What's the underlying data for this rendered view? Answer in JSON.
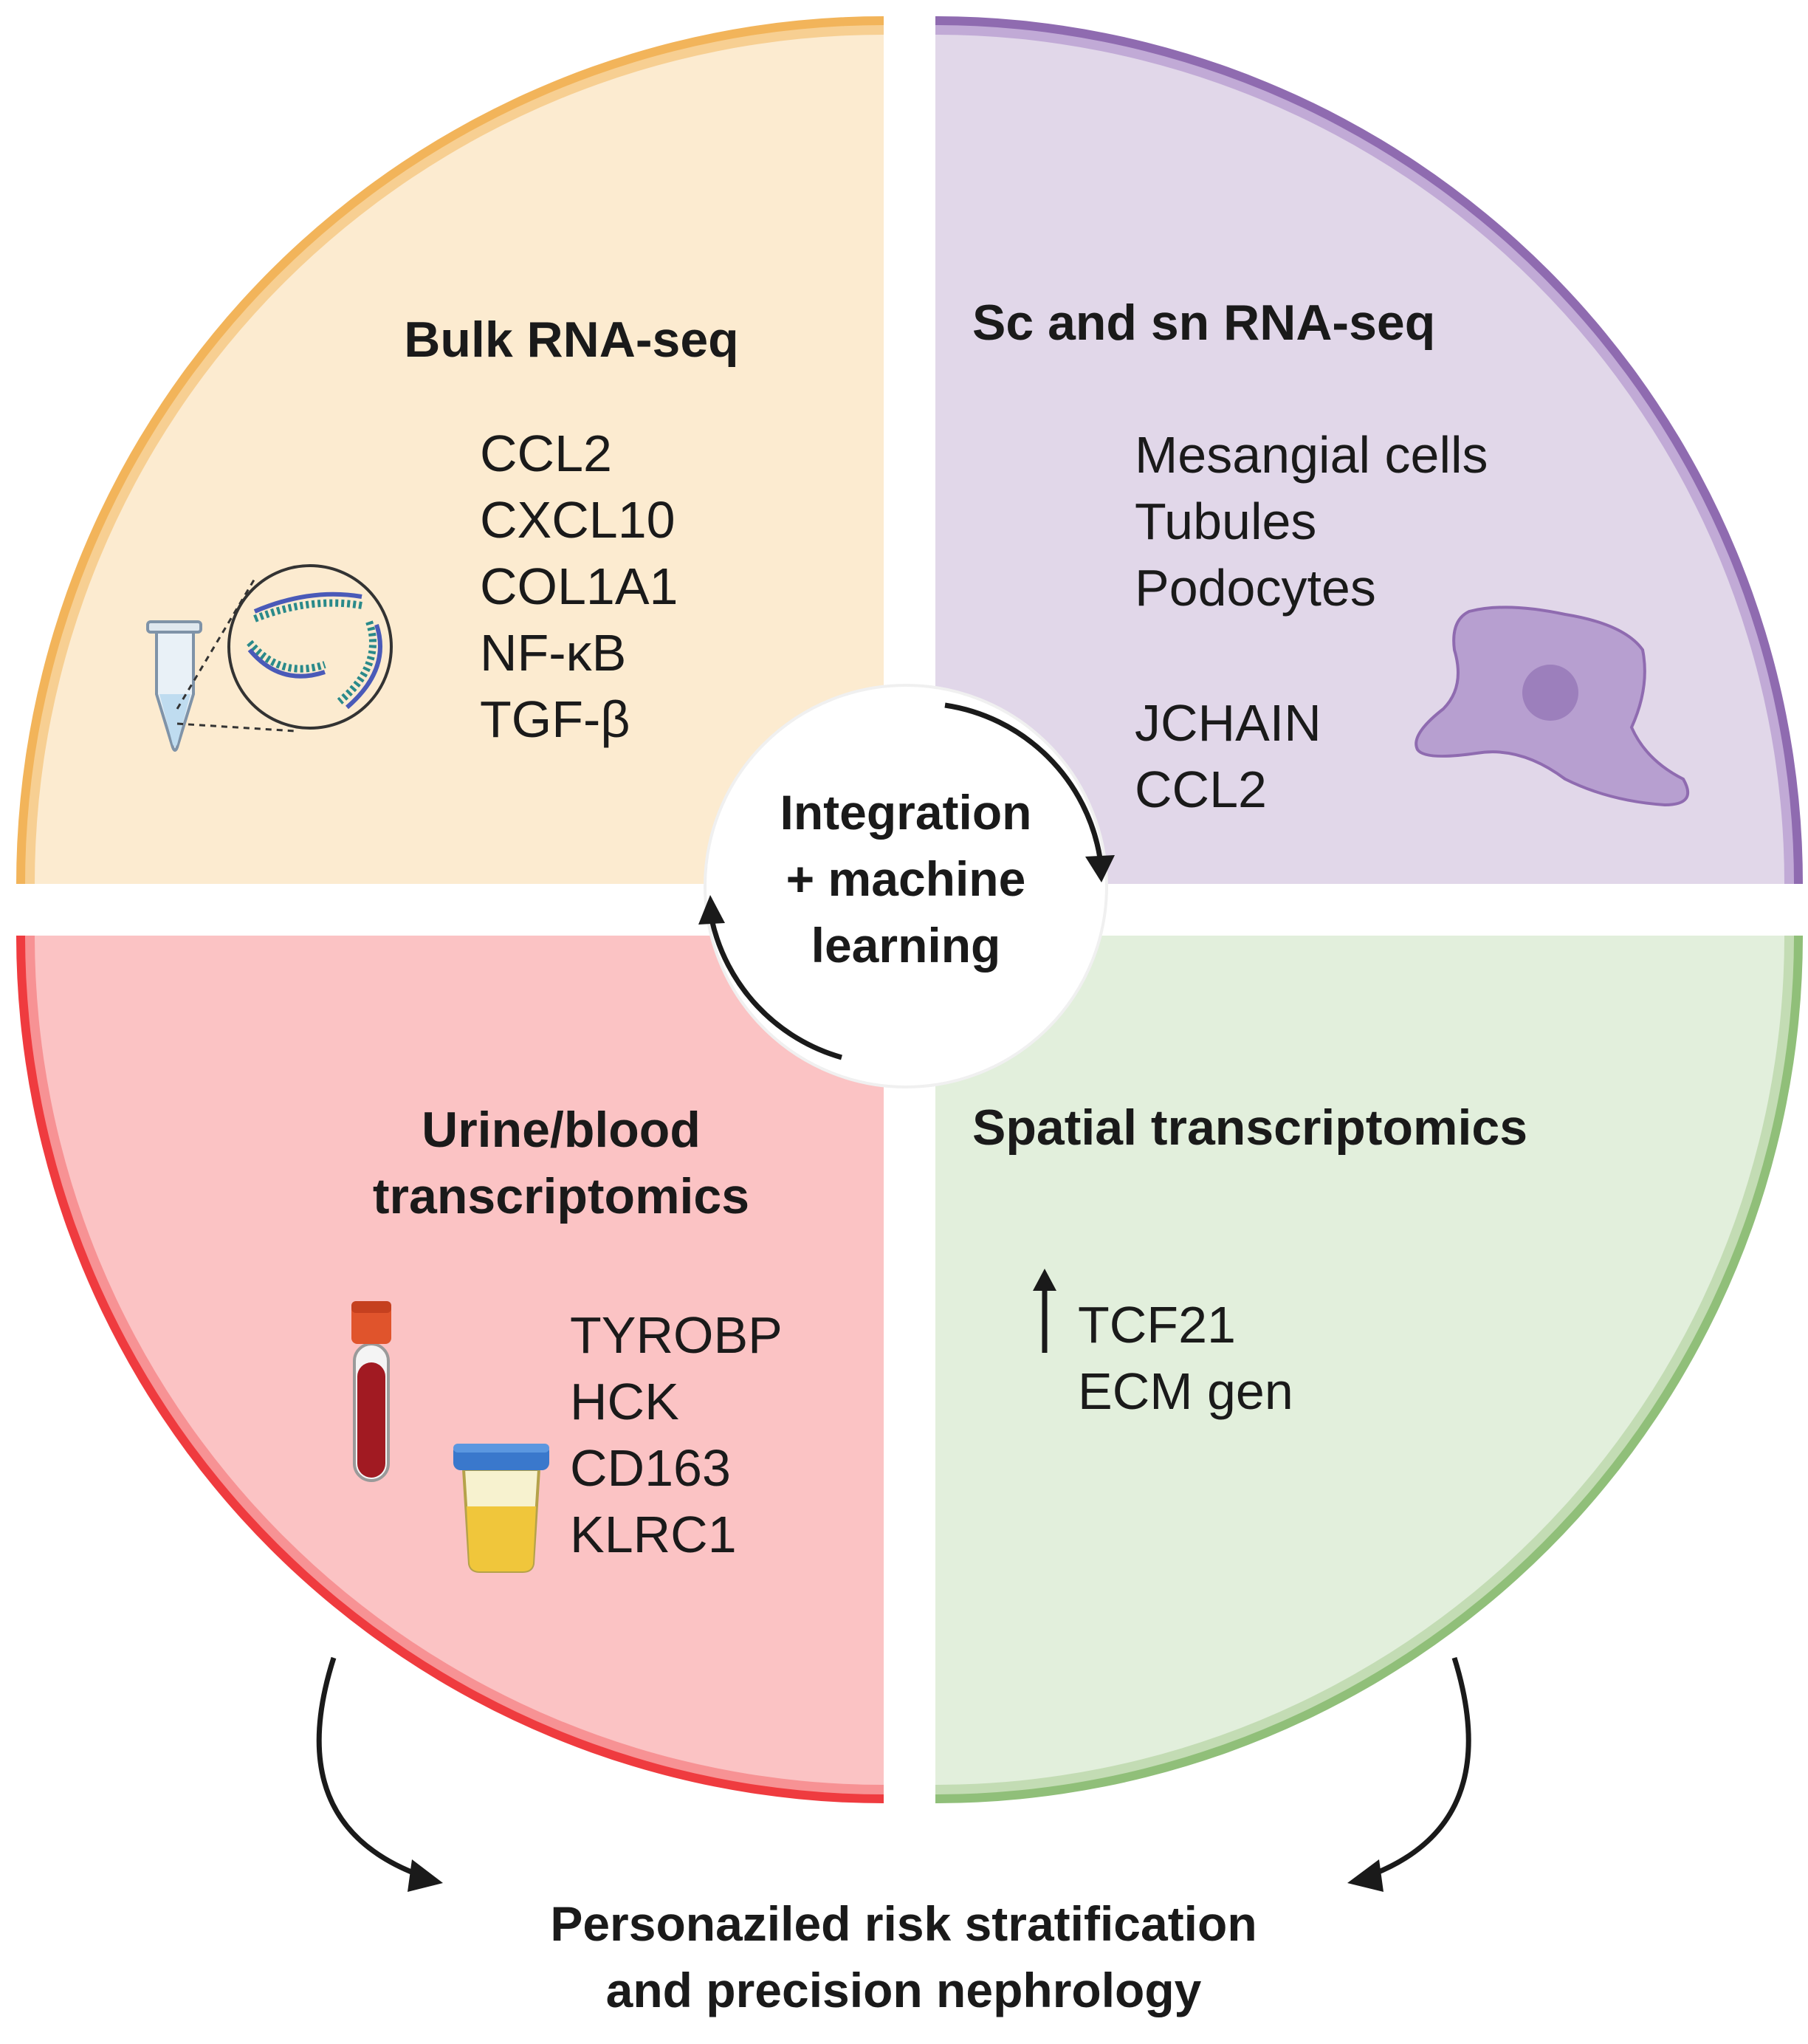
{
  "center": {
    "lines": [
      "Integration",
      "+ machine",
      "learning"
    ]
  },
  "quadrants": {
    "bulk": {
      "title": "Bulk RNA-seq",
      "genes": [
        "CCL2",
        "CXCL10",
        "COL1A1",
        "NF-κB",
        "TGF-β"
      ],
      "fill": "#fcebd0",
      "ring": "#f2b45a",
      "ring_light": "#f7cf92"
    },
    "sc": {
      "title": "Sc and sn RNA-seq",
      "cells": [
        "Mesangial cells",
        "Tubules",
        "Podocytes"
      ],
      "genes": [
        "JCHAIN",
        "CCL2"
      ],
      "fill": "#e1d7e9",
      "ring": "#8f6bb0",
      "ring_light": "#c1aad6"
    },
    "urine": {
      "title_lines": [
        "Urine/blood",
        "transcriptomics"
      ],
      "genes": [
        "TYROBP",
        "HCK",
        "CD163",
        "KLRC1"
      ],
      "fill": "#fbc3c4",
      "ring": "#ef3b3f",
      "ring_light": "#f79294"
    },
    "spatial": {
      "title": "Spatial transcriptomics",
      "genes": [
        "TCF21",
        "ECM gen"
      ],
      "fill": "#e2efdc",
      "ring": "#90bf79",
      "ring_light": "#c3dcb4"
    }
  },
  "bottom": {
    "lines": [
      "Personaziled risk stratification",
      "and precision nephrology"
    ]
  },
  "icons": [
    "microtube-icon",
    "rna-strand-icon",
    "cell-icon",
    "blood-tube-icon",
    "urine-cup-icon",
    "up-arrow-icon",
    "cycle-arrow-icon",
    "curved-arrow-icon"
  ]
}
